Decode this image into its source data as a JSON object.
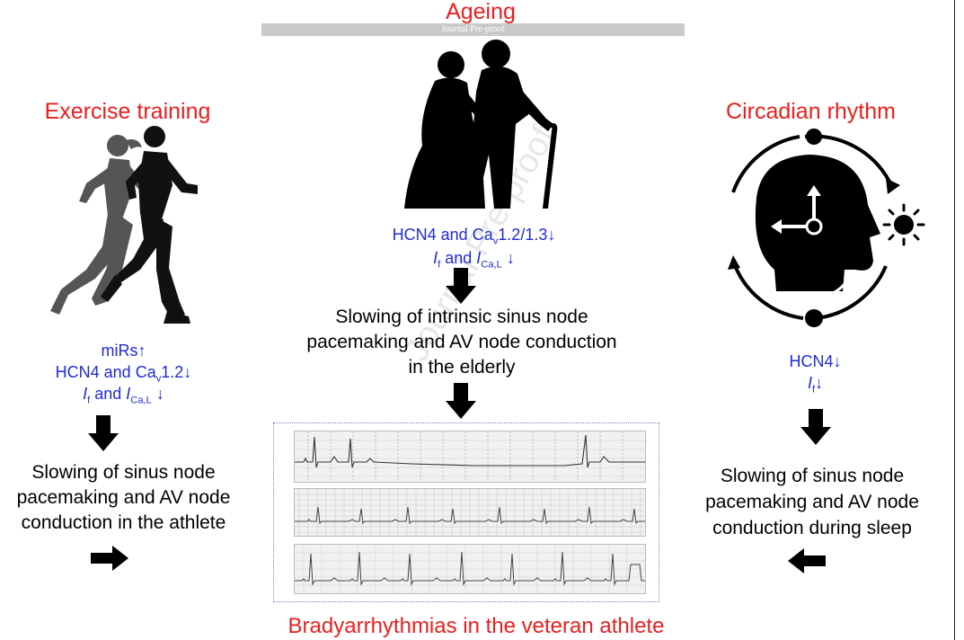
{
  "header": {
    "ageing_title": "Ageing",
    "banner_text": "Journal Pre-proof",
    "watermark_text": "Journal Pre-proof"
  },
  "left": {
    "title": "Exercise training",
    "mechanism": {
      "line1": "miRs↑",
      "line2_prefix": "HCN4 and Ca",
      "line2_sub": "v",
      "line2_suffix": "1.2↓",
      "line3_i1": "I",
      "line3_i1_sub": "f",
      "line3_and": " and ",
      "line3_i2": "I",
      "line3_i2_sub": "Ca,L",
      "line3_arrow": " ↓"
    },
    "outcome": [
      "Slowing of sinus node",
      "pacemaking and AV node",
      "conduction in the athlete"
    ]
  },
  "center": {
    "mechanism": {
      "line1_prefix": "HCN4 and Ca",
      "line1_sub": "v",
      "line1_suffix": "1.2/1.3↓",
      "line2_i1": "I",
      "line2_i1_sub": "f",
      "line2_and": " and ",
      "line2_i2": "I",
      "line2_i2_sub": "Ca,L",
      "line2_arrow": "  ↓"
    },
    "outcome": [
      "Slowing of intrinsic sinus node",
      "pacemaking and AV node conduction",
      "in the elderly"
    ]
  },
  "right": {
    "title": "Circadian rhythm",
    "mechanism": {
      "line1": "HCN4↓",
      "line2_i": "I",
      "line2_sub": "f",
      "line2_arrow": "↓"
    },
    "outcome": [
      "Slowing of sinus node",
      "pacemaking and AV node",
      "conduction during sleep"
    ]
  },
  "footer": {
    "conclusion": "Bradyarrhythmias in the veteran athlete"
  },
  "colors": {
    "title_red": "#e8201f",
    "mechanism_blue": "#1f2bd6",
    "banner_gray": "#c9c9c9",
    "ecg_frame": "#6f86b0"
  },
  "icons": [
    "runners-silhouette-icon",
    "elderly-couple-icon",
    "circadian-head-clock-icon",
    "down-arrow-icon",
    "right-arrow-icon",
    "left-arrow-icon",
    "ecg-strip"
  ]
}
